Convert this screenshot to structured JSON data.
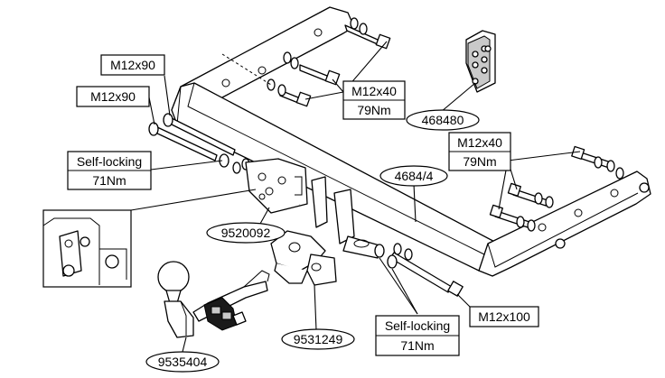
{
  "labels": {
    "bolt_m12x90_top": "M12x90",
    "bolt_m12x90_left": "M12x90",
    "self_locking_left": "Self-locking",
    "torque_71_left": "71Nm",
    "bolt_m12x40_upper": "M12x40",
    "torque_79_upper": "79Nm",
    "plate_part": "468480",
    "bolt_m12x40_right": "M12x40",
    "torque_79_right": "79Nm",
    "crossbar_part": "4684/4",
    "bracket_part": "9520092",
    "socket_part": "9531249",
    "ball_part": "9535404",
    "bolt_m12x100": "M12x100",
    "self_locking_bottom": "Self-locking",
    "torque_71_bottom": "71Nm"
  },
  "icons": {
    "crossbar": "tow-bar-crossbar",
    "ball": "tow-ball",
    "socket": "electrical-socket",
    "plate": "mounting-plate",
    "bracket": "ball-mount-bracket",
    "detail": "zoom-detail-inset"
  },
  "colors": {
    "line": "#000000",
    "background": "#ffffff"
  }
}
